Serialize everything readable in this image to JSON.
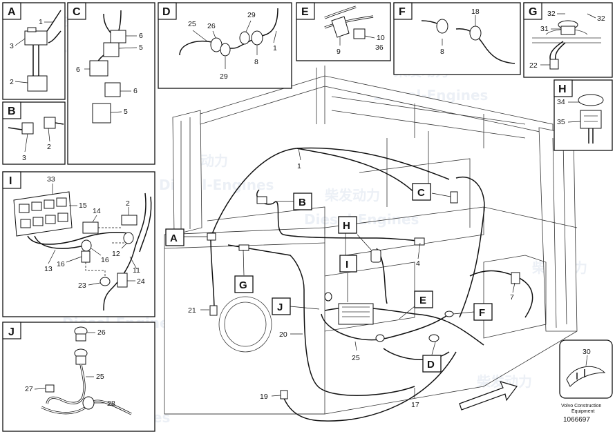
{
  "panels": {
    "A": {
      "letter": "A",
      "labels": [
        "1",
        "3",
        "2"
      ]
    },
    "B": {
      "letter": "B",
      "labels": [
        "3",
        "2"
      ]
    },
    "C": {
      "letter": "C",
      "labels": [
        "6",
        "5",
        "6",
        "6",
        "5"
      ]
    },
    "D": {
      "letter": "D",
      "labels": [
        "25",
        "26",
        "29",
        "1",
        "8",
        "29"
      ]
    },
    "E": {
      "letter": "E",
      "labels": [
        "9",
        "10",
        "36"
      ]
    },
    "F": {
      "letter": "F",
      "labels": [
        "18",
        "8"
      ]
    },
    "G": {
      "letter": "G",
      "labels": [
        "32",
        "32",
        "31",
        "22"
      ]
    },
    "H": {
      "letter": "H",
      "labels": [
        "34",
        "35"
      ]
    },
    "I": {
      "letter": "I",
      "labels": [
        "33",
        "15",
        "14",
        "2",
        "12",
        "16",
        "16",
        "13",
        "11",
        "23",
        "24"
      ]
    },
    "J": {
      "letter": "J",
      "labels": [
        "26",
        "25",
        "27",
        "28"
      ]
    },
    "P30": {
      "labels": [
        "30"
      ]
    }
  },
  "callouts": [
    "B",
    "C",
    "A",
    "H",
    "G",
    "I",
    "J",
    "E",
    "F",
    "D"
  ],
  "main_labels": [
    "1",
    "4",
    "7",
    "21",
    "20",
    "25",
    "19",
    "17"
  ],
  "watermark": {
    "brand_cn": "柴发动力",
    "brand_en": "Diesel-Engines"
  },
  "footer": {
    "credit_line1": "Volvo Construction",
    "credit_line2": "Equipment",
    "part_number": "1066697"
  }
}
